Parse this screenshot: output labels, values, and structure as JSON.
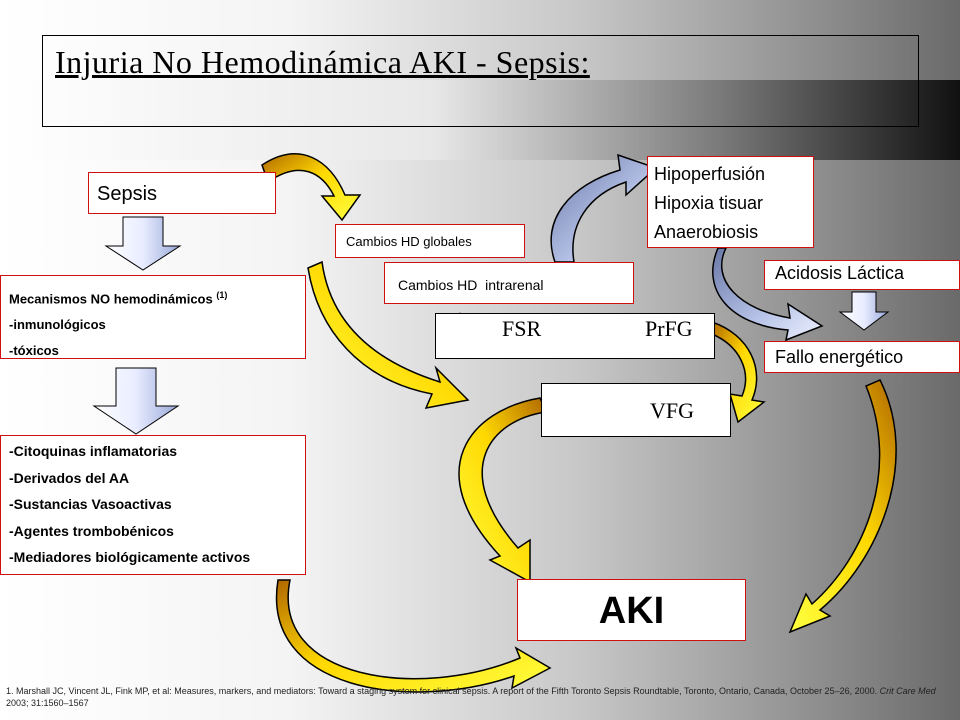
{
  "title": "Injuria No Hemodinámica AKI - Sepsis:",
  "sepsis": "Sepsis",
  "mecanismos": {
    "heading": "Mecanismos NO hemodinámicos",
    "footnote_ref": "(1)",
    "items": [
      "-inmunológicos",
      "-tóxicos"
    ]
  },
  "mediators": [
    "-Citoquinas inflamatorias",
    "-Derivados del AA",
    "-Sustancias Vasoactivas",
    "-Agentes trombobénicos",
    "-Mediadores biológicamente activos"
  ],
  "hd_globales": "Cambios HD globales",
  "hd_intrarenal": "Cambios HD  intrarenal",
  "fsr": "FSR",
  "prfg": "PrFG",
  "vfg": "VFG",
  "hipoperfusion": [
    "Hipoperfusión",
    "Hipoxia tisuar",
    "Anaerobiosis"
  ],
  "acidosis": "Acidosis Láctica",
  "fallo": "Fallo energético",
  "aki": "AKI",
  "footnote": {
    "text": "1. Marshall JC, Vincent JL, Fink MP, et al: Measures, markers, and mediators: Toward a staging system for clinical sepsis. A report of the Fifth Toronto Sepsis Roundtable, Toronto, Ontario, Canada, October 25–26, 2000.",
    "journal": "Crit Care Med",
    "citation": "2003; 31:1560–1567"
  },
  "colors": {
    "box_border": "#d01010",
    "arrow_yellow": "#ffee00",
    "arrow_orange": "#c87800",
    "arrow_blue_light": "#c8d4f0",
    "arrow_blue_dark": "#7080b0",
    "up_arrow": "#ff0000",
    "down_arrow": "#0030e0"
  }
}
